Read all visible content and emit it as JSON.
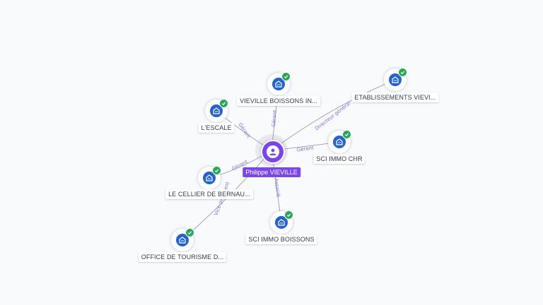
{
  "colors": {
    "accent": "#7a46e8",
    "company": "#2563c9",
    "verified": "#2aa65a",
    "edge": "#8a8fa3",
    "edge_label": "#7b6fd6"
  },
  "center": {
    "name": "Philippe VIEVILLE",
    "icon": "person-icon"
  },
  "nodes": [
    {
      "label": "VIEVILLE BOISSONS IN...",
      "icon": "building-icon",
      "verified": true
    },
    {
      "label": "ETABLISSEMENTS VIEVI...",
      "icon": "building-icon",
      "verified": true
    },
    {
      "label": "L'ESCALE",
      "icon": "building-icon",
      "verified": true
    },
    {
      "label": "SCI IMMO CHR",
      "icon": "building-icon",
      "verified": true
    },
    {
      "label": "LE CELLIER DE BERNAU...",
      "icon": "building-icon",
      "verified": true
    },
    {
      "label": "SCI IMMO BOISSONS",
      "icon": "building-icon",
      "verified": true
    },
    {
      "label": "OFFICE DE TOURISME D...",
      "icon": "building-icon",
      "verified": true
    }
  ],
  "edges": [
    {
      "role": "Gérant"
    },
    {
      "role": "Directeur général"
    },
    {
      "role": "Gérant"
    },
    {
      "role": "Gérant"
    },
    {
      "role": "Gérant"
    },
    {
      "role": "Associé"
    },
    {
      "role": "Vice-président"
    }
  ]
}
